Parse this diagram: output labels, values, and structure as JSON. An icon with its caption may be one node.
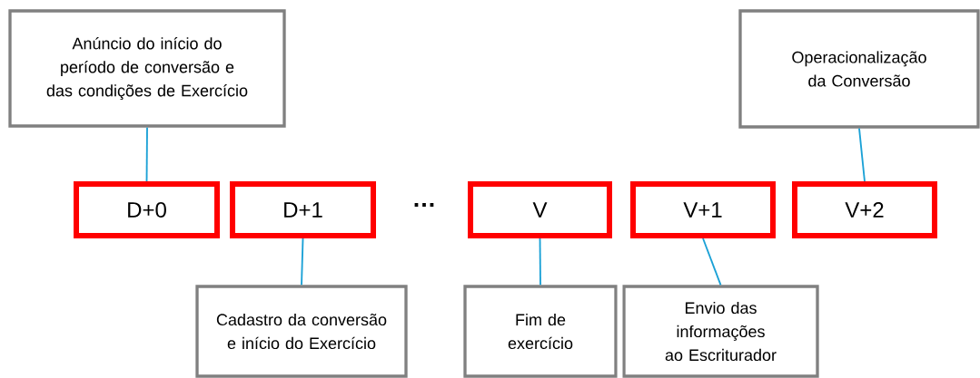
{
  "diagram": {
    "nodes": [
      {
        "text": [
          "Anúncio do início do período de conversão e das condições de Exercício"
        ]
      },
      {
        "text": [
          "Operacionalização da Conversão"
        ]
      },
      {
        "text": [
          "D+0"
        ]
      },
      {
        "text": [
          "D+1"
        ]
      },
      {
        "text": [
          "V"
        ]
      },
      {
        "text": [
          "V+1"
        ]
      },
      {
        "text": [
          "V+2"
        ]
      },
      {
        "text": [
          "Cadastro da conversão e início do Exercício"
        ]
      },
      {
        "text": [
          "Fim de exercício"
        ]
      },
      {
        "text": [
          "Envio das informações ao Escriturador"
        ]
      }
    ],
    "edges": [
      {
        "from": 0,
        "to": 2,
        "arrow": "none"
      },
      {
        "from": 3,
        "to": 7,
        "arrow": "none"
      },
      {
        "from": 4,
        "to": 8,
        "arrow": "none"
      },
      {
        "from": 5,
        "to": 9,
        "arrow": "none"
      },
      {
        "from": 1,
        "to": 6,
        "arrow": "none"
      }
    ],
    "labels": [
      "…"
    ]
  }
}
